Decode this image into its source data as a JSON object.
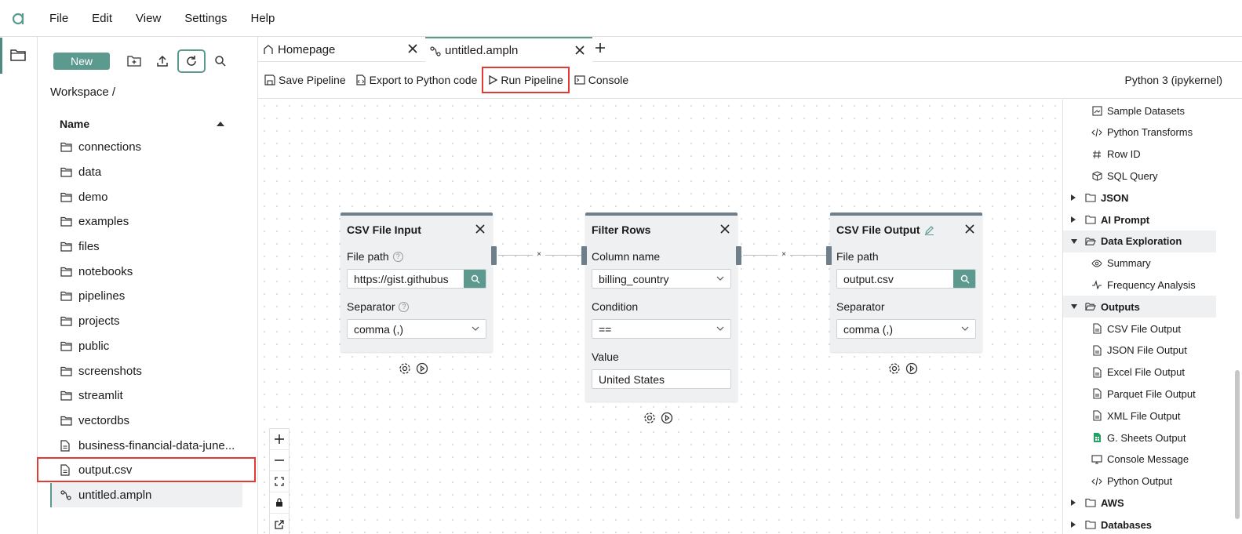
{
  "menu": [
    "File",
    "Edit",
    "View",
    "Settings",
    "Help"
  ],
  "filebrowser": {
    "new_label": "New",
    "breadcrumb": "Workspace /",
    "name_header": "Name",
    "items": [
      {
        "name": "connections",
        "type": "folder"
      },
      {
        "name": "data",
        "type": "folder"
      },
      {
        "name": "demo",
        "type": "folder"
      },
      {
        "name": "examples",
        "type": "folder"
      },
      {
        "name": "files",
        "type": "folder"
      },
      {
        "name": "notebooks",
        "type": "folder"
      },
      {
        "name": "pipelines",
        "type": "folder"
      },
      {
        "name": "projects",
        "type": "folder"
      },
      {
        "name": "public",
        "type": "folder"
      },
      {
        "name": "screenshots",
        "type": "folder"
      },
      {
        "name": "streamlit",
        "type": "folder"
      },
      {
        "name": "vectordbs",
        "type": "folder"
      },
      {
        "name": "business-financial-data-june...",
        "type": "file"
      },
      {
        "name": "output.csv",
        "type": "file"
      },
      {
        "name": "untitled.ampln",
        "type": "pipeline",
        "selected": true
      }
    ]
  },
  "tabs": [
    {
      "label": "Homepage"
    },
    {
      "label": "untitled.ampln",
      "active": true
    }
  ],
  "toolbar": {
    "save": "Save Pipeline",
    "export": "Export to Python code",
    "run": "Run Pipeline",
    "console": "Console",
    "kernel": "Python 3 (ipykernel)"
  },
  "nodes": {
    "csv_input": {
      "title": "CSV File Input",
      "file_path_label": "File path",
      "file_path_value": "https://gist.githubus",
      "separator_label": "Separator",
      "separator_value": "comma (,)"
    },
    "filter": {
      "title": "Filter Rows",
      "column_label": "Column name",
      "column_value": "billing_country",
      "condition_label": "Condition",
      "condition_value": "==",
      "value_label": "Value",
      "value_value": "United States"
    },
    "csv_output": {
      "title": "CSV File Output",
      "file_path_label": "File path",
      "file_path_value": "output.csv",
      "separator_label": "Separator",
      "separator_value": "comma (,)"
    }
  },
  "edge_remove_glyph": "×",
  "rightpanel": [
    {
      "label": "Sample Datasets",
      "kind": "sub",
      "icon": "dataset-icon"
    },
    {
      "label": "Python Transforms",
      "kind": "sub",
      "icon": "code-icon"
    },
    {
      "label": "Row ID",
      "kind": "sub",
      "icon": "hash-icon"
    },
    {
      "label": "SQL Query",
      "kind": "sub",
      "icon": "cube-icon"
    },
    {
      "label": "JSON",
      "kind": "group",
      "open": false
    },
    {
      "label": "AI Prompt",
      "kind": "group",
      "open": false
    },
    {
      "label": "Data Exploration",
      "kind": "group",
      "open": true
    },
    {
      "label": "Summary",
      "kind": "sub",
      "icon": "eye-icon"
    },
    {
      "label": "Frequency Analysis",
      "kind": "sub",
      "icon": "pulse-icon"
    },
    {
      "label": "Outputs",
      "kind": "group",
      "open": true
    },
    {
      "label": "CSV File Output",
      "kind": "sub",
      "icon": "file-icon"
    },
    {
      "label": "JSON File Output",
      "kind": "sub",
      "icon": "file-icon"
    },
    {
      "label": "Excel File Output",
      "kind": "sub",
      "icon": "file-icon"
    },
    {
      "label": "Parquet File Output",
      "kind": "sub",
      "icon": "file-icon"
    },
    {
      "label": "XML File Output",
      "kind": "sub",
      "icon": "file-icon"
    },
    {
      "label": "G. Sheets Output",
      "kind": "sub",
      "icon": "sheets-icon"
    },
    {
      "label": "Console Message",
      "kind": "sub",
      "icon": "monitor-icon"
    },
    {
      "label": "Python Output",
      "kind": "sub",
      "icon": "code-icon"
    },
    {
      "label": "AWS",
      "kind": "group",
      "open": false
    },
    {
      "label": "Databases",
      "kind": "group",
      "open": false
    }
  ],
  "colors": {
    "accent": "#5c9a90",
    "highlight": "#e53935",
    "node_header": "#6e7e8a"
  }
}
